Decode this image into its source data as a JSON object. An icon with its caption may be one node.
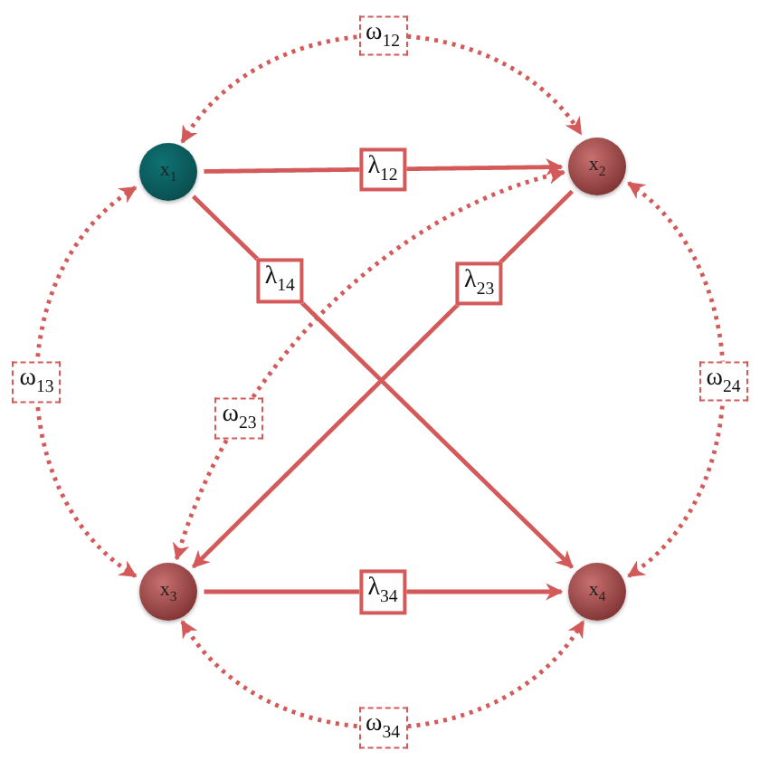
{
  "diagram": {
    "nodes": [
      {
        "text": [
          "x$_{1}$"
        ]
      },
      {
        "text": [
          "x$_{2}$"
        ]
      },
      {
        "text": [
          "x$_{3}$"
        ]
      },
      {
        "text": [
          "x$_{4}$"
        ]
      }
    ],
    "edges": [
      {
        "from": 0,
        "to": 1,
        "arrow": "to",
        "label": "λ$_{12}$"
      },
      {
        "from": 0,
        "to": 3,
        "arrow": "to",
        "label": "λ$_{14}$"
      },
      {
        "from": 1,
        "to": 2,
        "arrow": "to",
        "label": "λ$_{23}$"
      },
      {
        "from": 2,
        "to": 3,
        "arrow": "to",
        "label": "λ$_{34}$"
      },
      {
        "from": 0,
        "to": 1,
        "arrow": "both",
        "label": "ω$_{12}$",
        "style": "dashed"
      },
      {
        "from": 0,
        "to": 2,
        "arrow": "both",
        "label": "ω$_{13}$",
        "style": "dashed"
      },
      {
        "from": 1,
        "to": 3,
        "arrow": "both",
        "label": "ω$_{24}$",
        "style": "dashed"
      },
      {
        "from": 1,
        "to": 2,
        "arrow": "both",
        "label": "ω$_{23}$",
        "style": "dashed"
      },
      {
        "from": 2,
        "to": 3,
        "arrow": "both",
        "label": "ω$_{34}$",
        "style": "dashed"
      }
    ]
  }
}
